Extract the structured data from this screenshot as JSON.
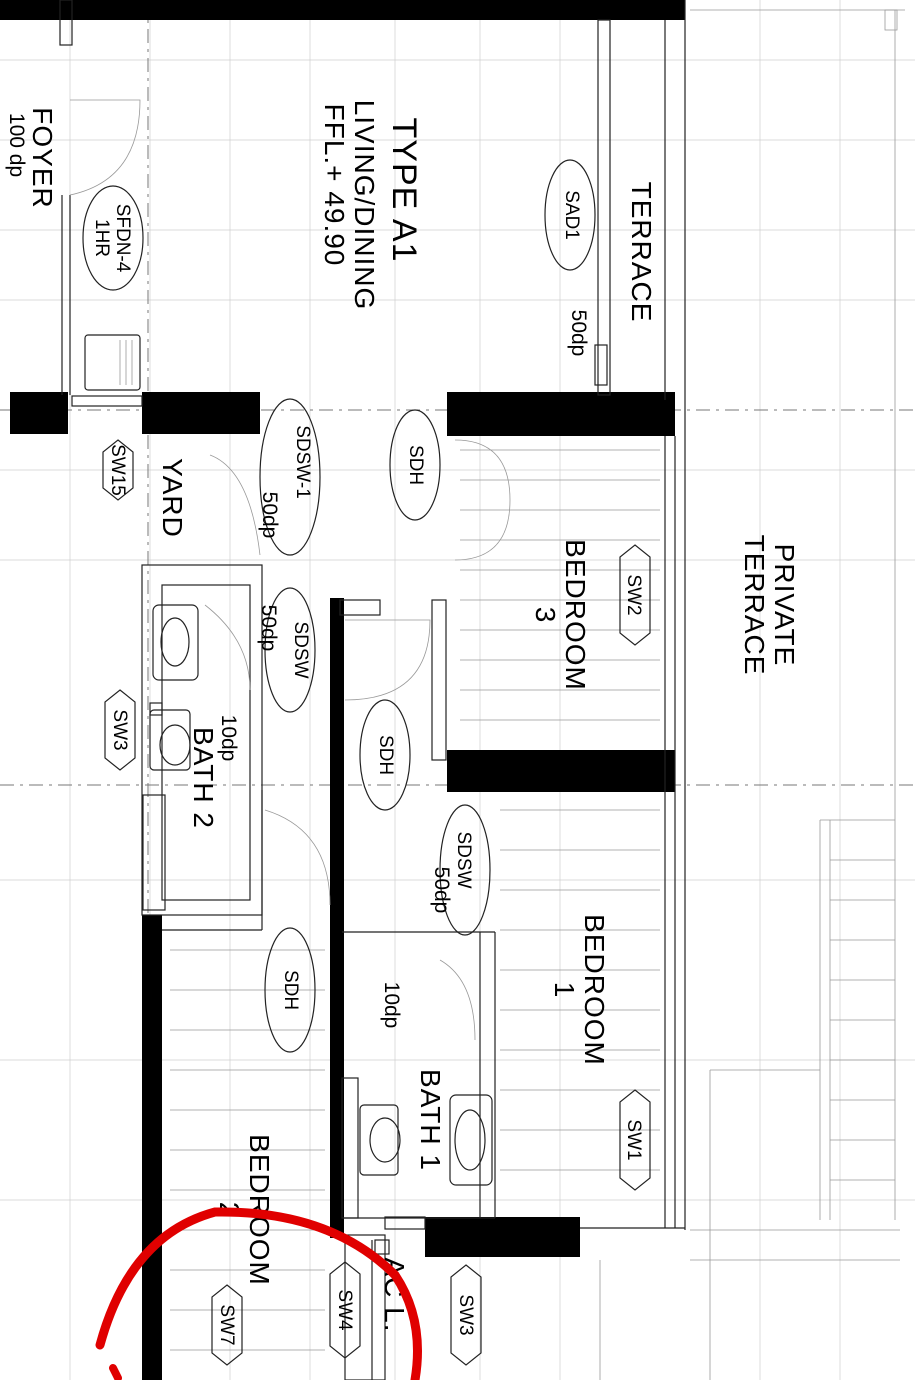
{
  "plan": {
    "unit_type": "TYPE A1",
    "living": "LIVING/DINING",
    "ffl": "FFL.+ 49.90",
    "foyer": "FOYER",
    "foyer_dp": "100 dp",
    "door_sfdn": "SFDN-4",
    "door_sfdn_rating": "1HR",
    "terrace": "TERRACE",
    "sad1": "SAD1",
    "sad1_dp": "50dp",
    "private_terrace_1": "PRIVATE",
    "private_terrace_2": "TERRACE",
    "sw15": "SW15",
    "yard": "YARD",
    "sdsw1": "SDSW-1",
    "sdsw1_dp": "50dp",
    "sdh_top": "SDH",
    "bedroom3_1": "BEDROOM",
    "bedroom3_2": "3",
    "sw2": "SW2",
    "sdsw_bath2": "SDSW",
    "sdsw_bath2_dp": "50dp",
    "sw3_left": "SW3",
    "bath2": "BATH 2",
    "bath2_dp": "10dp",
    "sdh_mid": "SDH",
    "sdsw_bath1": "SDSW",
    "sdsw_bath1_dp": "50dp",
    "bedroom1_1": "BEDROOM",
    "bedroom1_2": "1",
    "sdh_low": "SDH",
    "bath1": "BATH 1",
    "bath1_dp": "10dp",
    "sw1": "SW1",
    "bedroom2_1": "BEDROOM",
    "bedroom2_2": "2",
    "ac_ledge": "AC L.",
    "sw3_right": "SW3",
    "sw4": "SW4",
    "sw7": "SW7"
  },
  "annotation": {
    "marker_color": "#e00000"
  }
}
